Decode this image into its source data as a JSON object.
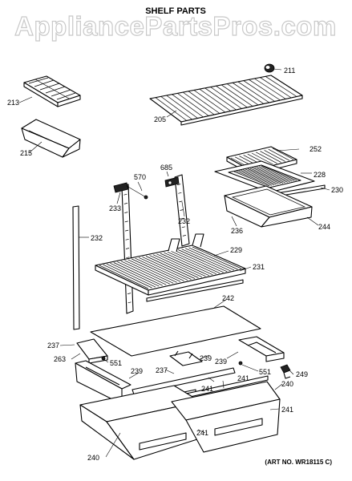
{
  "watermark": "AppliancePartsPros.com",
  "title": "SHELF PARTS",
  "art_number": "(ART NO. WR18115 C)",
  "callouts": {
    "p211": "211",
    "p213": "213",
    "p205": "205",
    "p215": "215",
    "p252": "252",
    "p228": "228",
    "p230": "230",
    "p244": "244",
    "p236": "236",
    "p570": "570",
    "p685": "685",
    "p233": "233",
    "p232a": "232",
    "p232b": "232",
    "p229": "229",
    "p231": "231",
    "p242": "242",
    "p237a": "237",
    "p263": "263",
    "p551a": "551",
    "p239a": "239",
    "p239b": "239",
    "p239c": "239",
    "p237b": "237",
    "p551b": "551",
    "p249": "249",
    "p241a": "241",
    "p241b": "241",
    "p240a": "240",
    "p241c": "241",
    "p241d": "241",
    "p240b": "240"
  }
}
